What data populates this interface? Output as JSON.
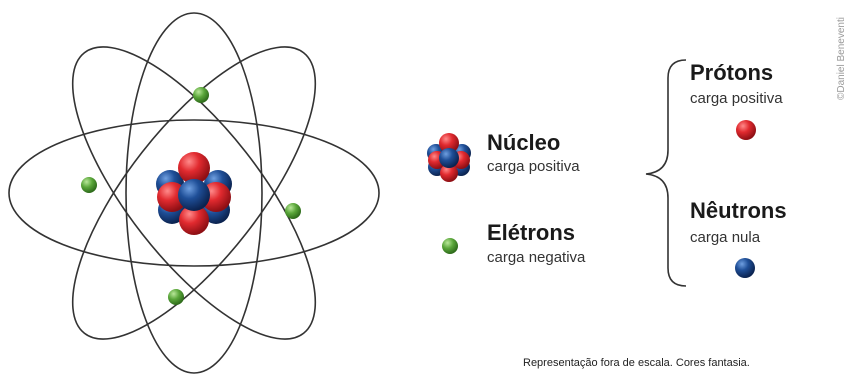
{
  "legend": {
    "nucleo": {
      "title": "Núcleo",
      "subtitle": "carga positiva"
    },
    "eletrons": {
      "title": "Elétrons",
      "subtitle": "carga negativa"
    },
    "protons": {
      "title": "Prótons",
      "subtitle": "carga positiva"
    },
    "neutrons": {
      "title": "Nêutrons",
      "subtitle": "carga nula"
    }
  },
  "footnote": "Representação fora de escala. Cores fantasia.",
  "credit": "©Daniel Beneventi",
  "colors": {
    "proton": "#d8232a",
    "neutron": "#1c4b8f",
    "electron": "#5aa63a",
    "orbit": "#333333"
  }
}
